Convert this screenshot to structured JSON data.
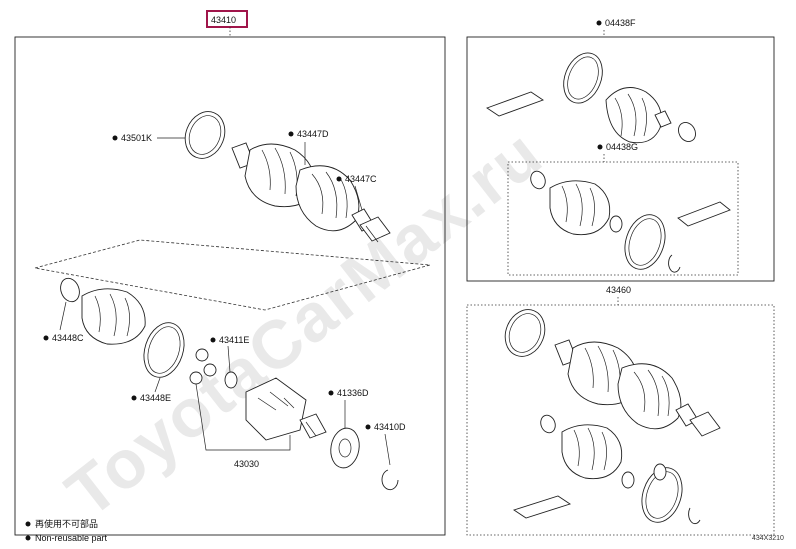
{
  "watermark": "ToyotaCarMax.ru",
  "assembly_main": "43410",
  "assembly_right": "43460",
  "parts": {
    "ring_43501k": "43501K",
    "boot_43447d": "43447D",
    "clamp_43447c": "43447C",
    "clamp_43448c": "43448C",
    "clamp_43448e": "43448E",
    "snap_43411e": "43411E",
    "joint_43030": "43030",
    "dust_41336d": "41336D",
    "snap_43410d": "43410D",
    "kit_04438f": "04438F",
    "kit_04438g": "04438G"
  },
  "legend": {
    "line1": "再使用不可部品",
    "line2": "Non-reusable part"
  },
  "diagram_code": "434X3210"
}
